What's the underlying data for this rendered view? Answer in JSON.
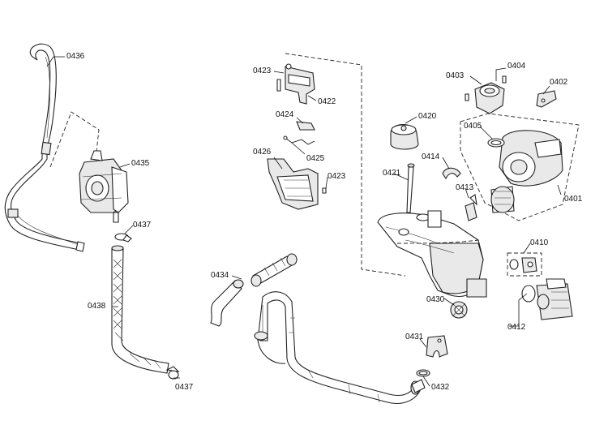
{
  "diagram": {
    "labels": {
      "p0436": "0436",
      "p0435": "0435",
      "p0437a": "0437",
      "p0438": "0438",
      "p0437b": "0437",
      "p0423a": "0423",
      "p0422": "0422",
      "p0424": "0424",
      "p0425": "0425",
      "p0426": "0426",
      "p0423b": "0423",
      "p0434": "0434",
      "p0420": "0420",
      "p0414": "0414",
      "p0421": "0421",
      "p0413": "0413",
      "p0403": "0403",
      "p0404": "0404",
      "p0402": "0402",
      "p0405": "0405",
      "p0401": "0401",
      "p0410": "0410",
      "p0430": "0430",
      "p0412": "0412",
      "p0431": "0431",
      "p0432": "0432"
    }
  }
}
